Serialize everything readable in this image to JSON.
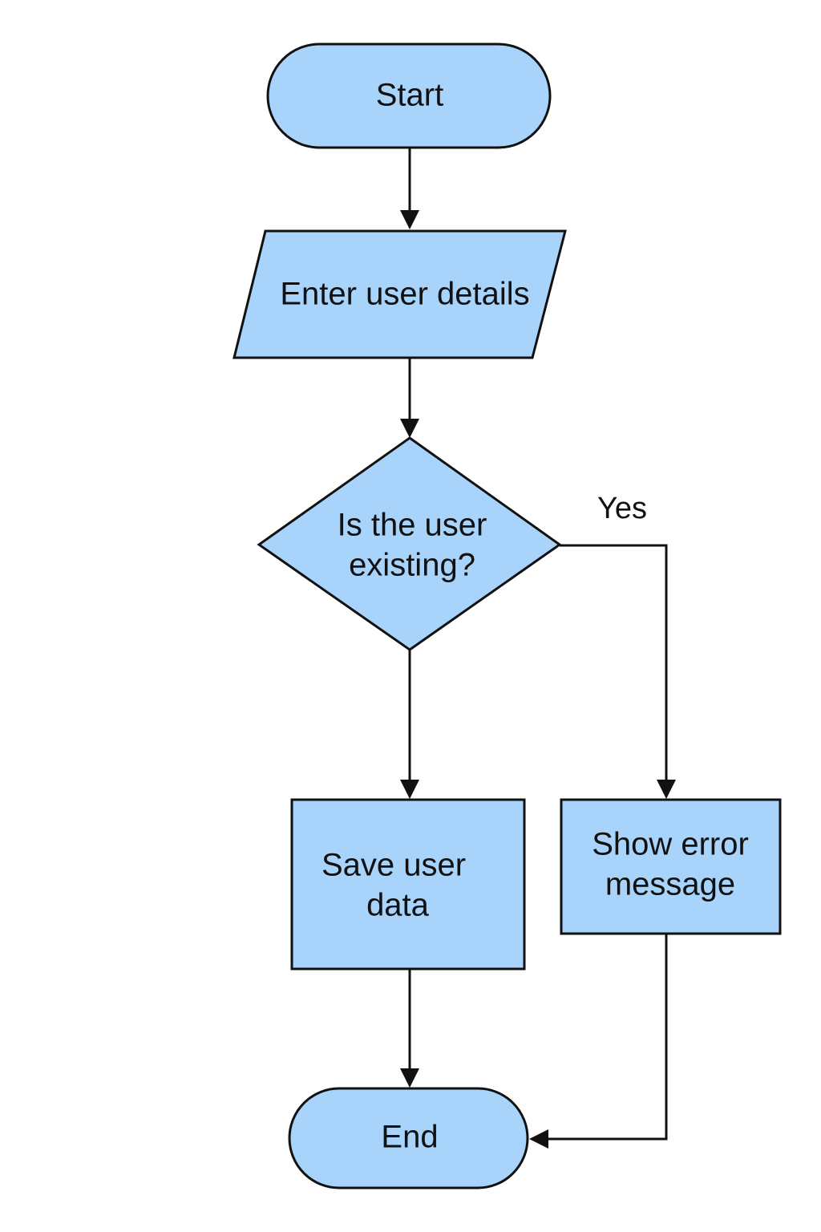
{
  "colors": {
    "node_fill": "#a8d4fb",
    "stroke": "#111111",
    "background": "#ffffff"
  },
  "nodes": {
    "start": {
      "shape": "terminator",
      "label": "Start"
    },
    "input": {
      "shape": "parallelogram",
      "label": "Enter user details"
    },
    "decision": {
      "shape": "diamond",
      "label_lines": [
        "Is the user",
        "existing?"
      ]
    },
    "save": {
      "shape": "process",
      "label_lines": [
        "Save user",
        "data"
      ]
    },
    "error": {
      "shape": "process",
      "label_lines": [
        "Show error",
        "message"
      ]
    },
    "end": {
      "shape": "terminator",
      "label": "End"
    }
  },
  "edges": [
    {
      "from": "start",
      "to": "input",
      "label": ""
    },
    {
      "from": "input",
      "to": "decision",
      "label": ""
    },
    {
      "from": "decision",
      "to": "save",
      "label": ""
    },
    {
      "from": "decision",
      "to": "error",
      "label": "Yes"
    },
    {
      "from": "save",
      "to": "end",
      "label": ""
    },
    {
      "from": "error",
      "to": "end",
      "label": ""
    }
  ],
  "edge_labels": {
    "decision_to_error": "Yes"
  }
}
